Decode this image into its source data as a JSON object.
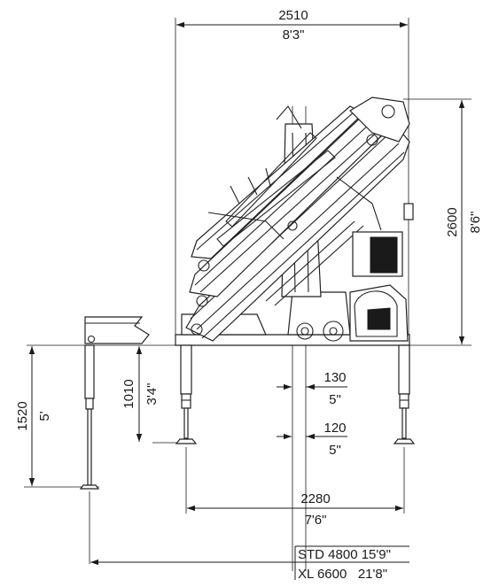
{
  "dimensions": {
    "overall_width": {
      "mm": "2510",
      "ft_in": "8'3\""
    },
    "overall_height": {
      "mm": "2600",
      "ft_in": "8'6\""
    },
    "offset_top": {
      "mm": "130",
      "ft_in": "5\""
    },
    "offset_bottom": {
      "mm": "120",
      "ft_in": "5\""
    },
    "stabilizer_stroke_short": {
      "mm": "1010",
      "ft_in": "3'4\""
    },
    "stabilizer_stroke_long": {
      "mm": "1520",
      "ft_in": "5'"
    },
    "stabilizer_spread": {
      "mm": "2280",
      "ft_in": "7'6\""
    },
    "std_spread": "STD 4800 15'9\"",
    "xl_spread": "XL 6600   21'8\""
  }
}
